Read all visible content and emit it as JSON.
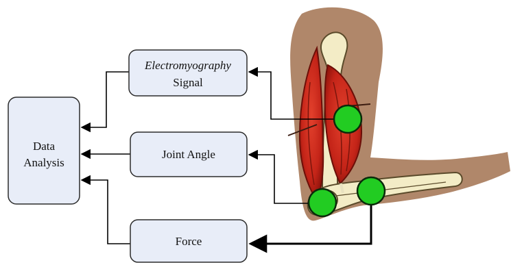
{
  "boxes": {
    "data_analysis": {
      "line1": "Data",
      "line2": "Analysis"
    },
    "emg": {
      "line1": "Electromyography",
      "line2": "Signal"
    },
    "joint_angle": {
      "label": "Joint Angle"
    },
    "force": {
      "label": "Force"
    }
  },
  "colors": {
    "box_fill": "#e8edf8",
    "box_stroke": "#2b2b2b",
    "arrow": "#000000",
    "sensor": "#22cc22",
    "skin": "#b0876a",
    "bone": "#f3ecc6",
    "muscle": "#c42418"
  },
  "icons": {
    "arm": "arm-muscle-illustration",
    "sensor": "sensor-dot-icon"
  }
}
